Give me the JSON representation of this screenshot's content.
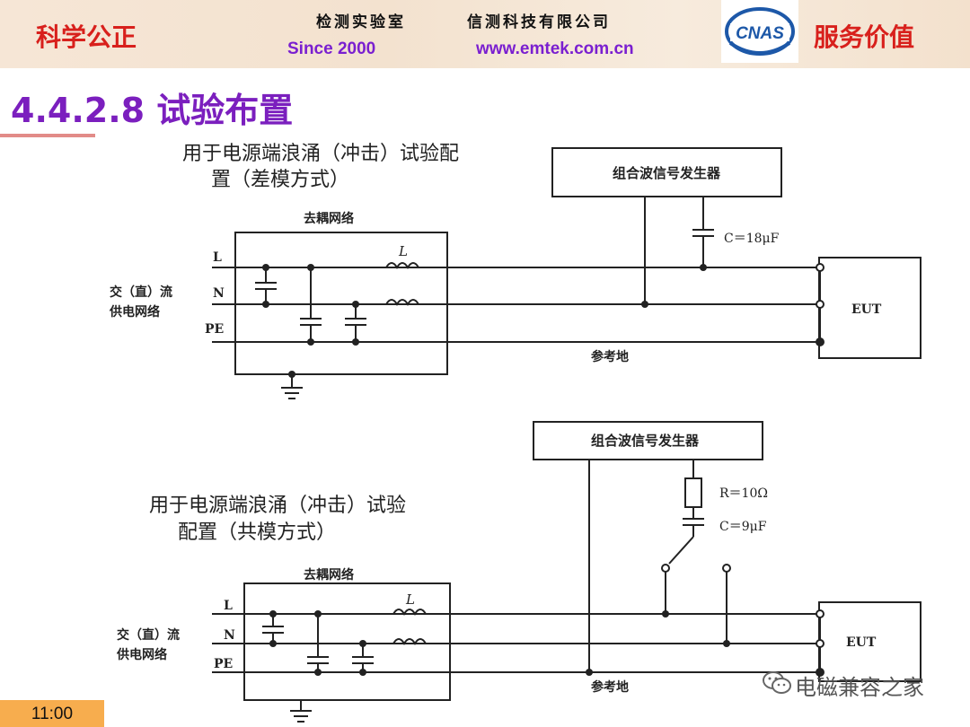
{
  "header": {
    "slogan_left": "科学公正",
    "lab_name": "检测实验室",
    "company_name": "信测科技有限公司",
    "since": "Since 2000",
    "website": "www.emtek.com.cn",
    "logo_text": "CNAS",
    "slogan_right": "服务价值"
  },
  "slide": {
    "title": "4.4.2.8 试验布置"
  },
  "diagram_top": {
    "caption_line1": "用于电源端浪涌（冲击）试验配",
    "caption_line2": "置（差模方式）",
    "generator_label": "组合波信号发生器",
    "capacitor_label": "C＝18μF",
    "network_label": "去耦网络",
    "inductor_label": "L",
    "line_L": "L",
    "line_N": "N",
    "line_PE": "PE",
    "supply_line1": "交（直）流",
    "supply_line2": "供电网络",
    "ground_label": "参考地",
    "eut_label": "EUT"
  },
  "diagram_bottom": {
    "caption_line1": "用于电源端浪涌（冲击）试验",
    "caption_line2": "配置（共模方式）",
    "generator_label": "组合波信号发生器",
    "resistor_label": "R＝10Ω",
    "capacitor_label": "C＝9μF",
    "network_label": "去耦网络",
    "inductor_label": "L",
    "line_L": "L",
    "line_N": "N",
    "line_PE": "PE",
    "supply_line1": "交（直）流",
    "supply_line2": "供电网络",
    "ground_label": "参考地",
    "eut_label": "EUT"
  },
  "footer": {
    "time": "11:00",
    "watermark": "电磁兼容之家"
  }
}
